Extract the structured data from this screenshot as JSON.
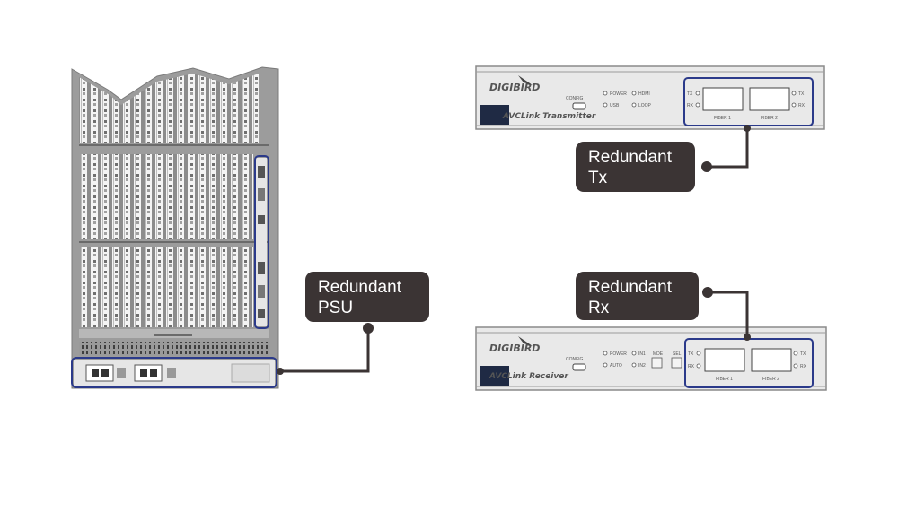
{
  "colors": {
    "callout_bg": "#3b3434",
    "connector": "#3b3434",
    "highlight_border": "#2b3a8a",
    "chassis_gray": "#9a9a9a",
    "panel_gray": "#e6e6e6"
  },
  "callouts": {
    "tx": {
      "line1": "Redundant",
      "line2": "Tx"
    },
    "rx": {
      "line1": "Redundant",
      "line2": "Rx"
    },
    "psu": {
      "line1": "Redundant",
      "line2": "PSU"
    }
  },
  "transmitter": {
    "brand": "DIGIBIRD",
    "port_label": "CONFIG",
    "leds": [
      "POWER",
      "USB",
      "HDMI",
      "LOOP"
    ],
    "model_label": "AVCLink Transmitter",
    "fiber_labels": [
      "FIBER 1",
      "FIBER 2"
    ],
    "tx_label": "TX",
    "rx_label": "RX"
  },
  "receiver": {
    "brand": "DIGIBIRD",
    "port_label": "CONFIG",
    "leds": [
      "POWER",
      "AUTO",
      "IN1",
      "IN2"
    ],
    "mode_label": "MDE",
    "sel_label": "SEL",
    "model_label": "AVCLink Receiver",
    "fiber_labels": [
      "FIBER 1",
      "FIBER 2"
    ],
    "tx_label": "TX",
    "rx_label": "RX"
  },
  "icons": [
    "power-inlet-icon",
    "bird-logo-icon",
    "led-indicator-icon",
    "sfp-port-icon"
  ]
}
